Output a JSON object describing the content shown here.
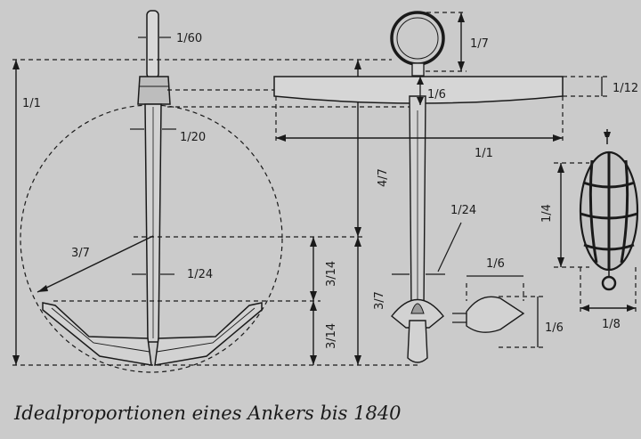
{
  "caption": "Idealproportionen eines Ankers bis 1840",
  "labels": {
    "ring_thickness": "1/60",
    "total_height": "1/1",
    "shank_thickness": "1/20",
    "arm_radius": "3/7",
    "shank_taper": "1/24",
    "lower_upper_third": "3/14",
    "lower_lower_third": "3/14",
    "ring_diameter": "1/7",
    "stock_curve": "1/6",
    "stock_height": "1/12",
    "stock_length": "1/1",
    "shank_length": "4/7",
    "side_shank": "1/24",
    "side_arm": "3/7",
    "fluke_width": "1/6",
    "fluke_height": "1/6",
    "buoy_height": "1/4",
    "buoy_width": "1/8"
  }
}
